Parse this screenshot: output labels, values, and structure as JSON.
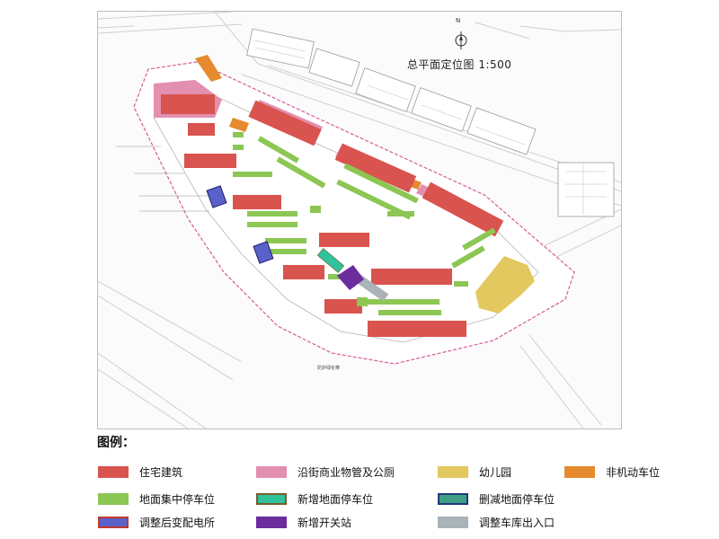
{
  "map": {
    "title": "总平面定位图 1:500",
    "north_label": "N",
    "annotations": {
      "green_belt": "防护绿化带"
    }
  },
  "legend": {
    "title": "图例：",
    "items": [
      {
        "label": "住宅建筑",
        "color": "#d9534f",
        "style": "fill"
      },
      {
        "label": "沿街商业物管及公厕",
        "color": "#e38fb0",
        "style": "fill"
      },
      {
        "label": "幼儿园",
        "color": "#e2c85f",
        "style": "fill"
      },
      {
        "label": "非机动车位",
        "color": "#e58a2e",
        "style": "fill"
      },
      {
        "label": "地面集中停车位",
        "color": "#8cc653",
        "style": "fill"
      },
      {
        "label": "新增地面停车位",
        "color": "#2fc39a",
        "style": "fill-border",
        "border": "#7a5a2c"
      },
      {
        "label": "删减地面停车位",
        "color": "#3f9f85",
        "style": "fill-border",
        "border": "#1e3a7b"
      },
      {
        "label": "调整后变配电所",
        "color": "#5a62c9",
        "style": "fill-border",
        "border": "#c0392b"
      },
      {
        "label": "新增开关站",
        "color": "#6b2d9e",
        "style": "fill"
      },
      {
        "label": "调整车库出入口",
        "color": "#a9b3b8",
        "style": "fill"
      }
    ]
  }
}
